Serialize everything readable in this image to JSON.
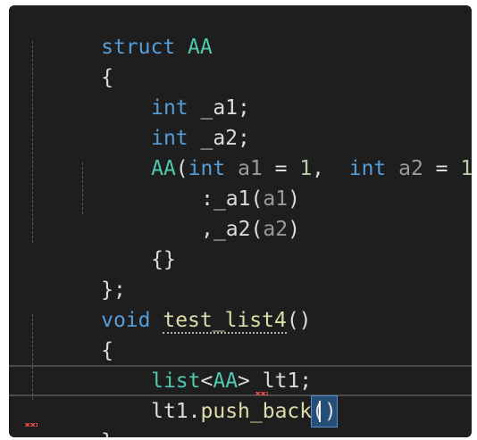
{
  "editor": {
    "lines": [
      {
        "id": "l1",
        "tokens": [
          "struct",
          " ",
          "AA"
        ]
      },
      {
        "id": "l2",
        "tokens": [
          "{"
        ]
      },
      {
        "id": "l3",
        "tokens": [
          "int",
          " _a1;"
        ]
      },
      {
        "id": "l4",
        "tokens": [
          "int",
          " _a2;"
        ]
      },
      {
        "id": "l5",
        "tokens": [
          "AA",
          "(",
          "int",
          " ",
          "a1",
          " = ",
          "1",
          ",  ",
          "int",
          " ",
          "a2",
          " = ",
          "1",
          ")"
        ]
      },
      {
        "id": "l6",
        "tokens": [
          ":",
          "_a1",
          "(",
          "a1",
          ")"
        ]
      },
      {
        "id": "l7",
        "tokens": [
          ",",
          "_a2",
          "(",
          "a2",
          ")"
        ]
      },
      {
        "id": "l8",
        "tokens": [
          "{}"
        ]
      },
      {
        "id": "l9",
        "tokens": [
          "};"
        ]
      },
      {
        "id": "l10",
        "tokens": [
          "void",
          " ",
          "test_list4",
          "()"
        ]
      },
      {
        "id": "l11",
        "tokens": [
          "{"
        ]
      },
      {
        "id": "l12",
        "tokens": [
          "list",
          "<",
          "AA",
          ">",
          " lt1;"
        ]
      },
      {
        "id": "l13",
        "tokens": [
          "lt1",
          ".",
          "push_back",
          "(",
          ")"
        ]
      },
      {
        "id": "l14",
        "tokens": [
          "}"
        ]
      }
    ]
  },
  "colors": {
    "background": "#1e1e1e",
    "keyword": "#569cd6",
    "type": "#4ec9b0",
    "function": "#dcdcaa",
    "parameter": "#9a9a9a",
    "number": "#b5cea8",
    "plain": "#dcdcdc",
    "error_squiggle": "#f14c4c",
    "bracket_highlight": "#264f78"
  }
}
